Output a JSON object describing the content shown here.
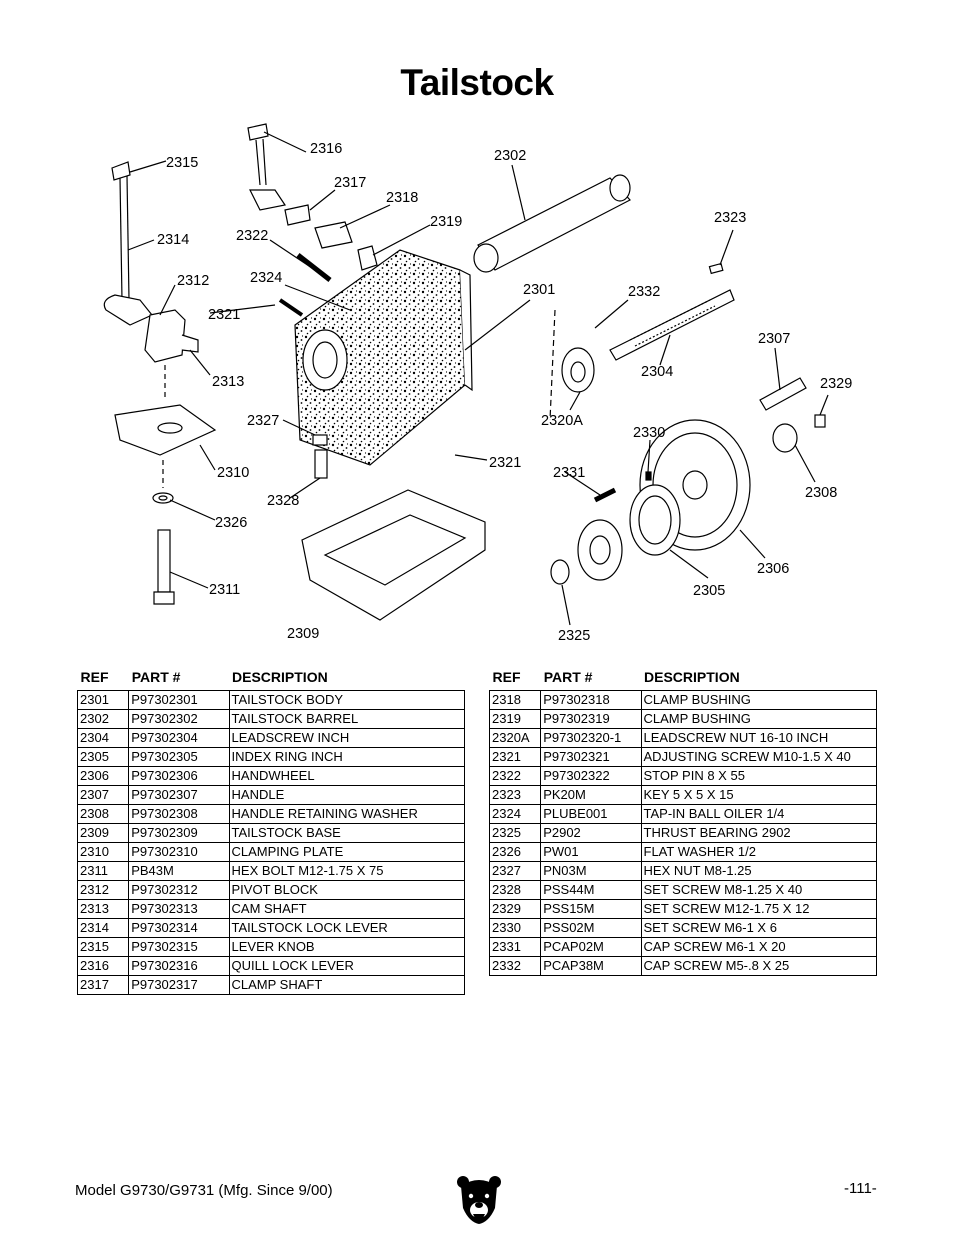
{
  "title": "Tailstock",
  "diagram": {
    "callouts": [
      "2315",
      "2316",
      "2302",
      "2317",
      "2318",
      "2319",
      "2323",
      "2314",
      "2322",
      "2312",
      "2324",
      "2301",
      "2332",
      "2321",
      "2307",
      "2313",
      "2304",
      "2329",
      "2327",
      "2320A",
      "2330",
      "2310",
      "2321",
      "2331",
      "2308",
      "2328",
      "2326",
      "2306",
      "2311",
      "2305",
      "2309",
      "2325"
    ]
  },
  "table_headers": {
    "ref": "REF",
    "part": "PART #",
    "desc": "DESCRIPTION"
  },
  "left_table": [
    {
      "ref": "2301",
      "part": "P97302301",
      "desc": "TAILSTOCK BODY"
    },
    {
      "ref": "2302",
      "part": "P97302302",
      "desc": "TAILSTOCK BARREL"
    },
    {
      "ref": "2304",
      "part": "P97302304",
      "desc": "LEADSCREW INCH"
    },
    {
      "ref": "2305",
      "part": "P97302305",
      "desc": "INDEX RING INCH"
    },
    {
      "ref": "2306",
      "part": "P97302306",
      "desc": "HANDWHEEL"
    },
    {
      "ref": "2307",
      "part": "P97302307",
      "desc": "HANDLE"
    },
    {
      "ref": "2308",
      "part": "P97302308",
      "desc": "HANDLE RETAINING WASHER"
    },
    {
      "ref": "2309",
      "part": "P97302309",
      "desc": "TAILSTOCK BASE"
    },
    {
      "ref": "2310",
      "part": "P97302310",
      "desc": "CLAMPING PLATE"
    },
    {
      "ref": "2311",
      "part": "PB43M",
      "desc": "HEX BOLT M12-1.75 X 75"
    },
    {
      "ref": "2312",
      "part": "P97302312",
      "desc": "PIVOT BLOCK"
    },
    {
      "ref": "2313",
      "part": "P97302313",
      "desc": "CAM SHAFT"
    },
    {
      "ref": "2314",
      "part": "P97302314",
      "desc": "TAILSTOCK LOCK LEVER"
    },
    {
      "ref": "2315",
      "part": "P97302315",
      "desc": "LEVER KNOB"
    },
    {
      "ref": "2316",
      "part": "P97302316",
      "desc": "QUILL LOCK LEVER"
    },
    {
      "ref": "2317",
      "part": "P97302317",
      "desc": "CLAMP SHAFT"
    }
  ],
  "right_table": [
    {
      "ref": "2318",
      "part": "P97302318",
      "desc": "CLAMP BUSHING"
    },
    {
      "ref": "2319",
      "part": "P97302319",
      "desc": "CLAMP BUSHING"
    },
    {
      "ref": "2320A",
      "part": "P97302320-1",
      "desc": "LEADSCREW NUT 16-10 INCH"
    },
    {
      "ref": "2321",
      "part": "P97302321",
      "desc": "ADJUSTING SCREW M10-1.5 X 40"
    },
    {
      "ref": "2322",
      "part": "P97302322",
      "desc": "STOP PIN 8 X 55"
    },
    {
      "ref": "2323",
      "part": "PK20M",
      "desc": "KEY 5 X 5 X 15"
    },
    {
      "ref": "2324",
      "part": "PLUBE001",
      "desc": "TAP-IN BALL OILER 1/4"
    },
    {
      "ref": "2325",
      "part": "P2902",
      "desc": "THRUST BEARING 2902"
    },
    {
      "ref": "2326",
      "part": "PW01",
      "desc": "FLAT WASHER 1/2"
    },
    {
      "ref": "2327",
      "part": "PN03M",
      "desc": "HEX NUT M8-1.25"
    },
    {
      "ref": "2328",
      "part": "PSS44M",
      "desc": "SET SCREW M8-1.25 X 40"
    },
    {
      "ref": "2329",
      "part": "PSS15M",
      "desc": "SET SCREW M12-1.75 X 12"
    },
    {
      "ref": "2330",
      "part": "PSS02M",
      "desc": "SET SCREW M6-1 X 6"
    },
    {
      "ref": "2331",
      "part": "PCAP02M",
      "desc": "CAP SCREW M6-1 X 20"
    },
    {
      "ref": "2332",
      "part": "PCAP38M",
      "desc": "CAP SCREW M5-.8 X 25"
    }
  ],
  "footer": {
    "model": "Model G9730/G9731 (Mfg. Since 9/00)",
    "page": "-111-"
  },
  "logo_icon": "grizzly-bear-head-icon"
}
